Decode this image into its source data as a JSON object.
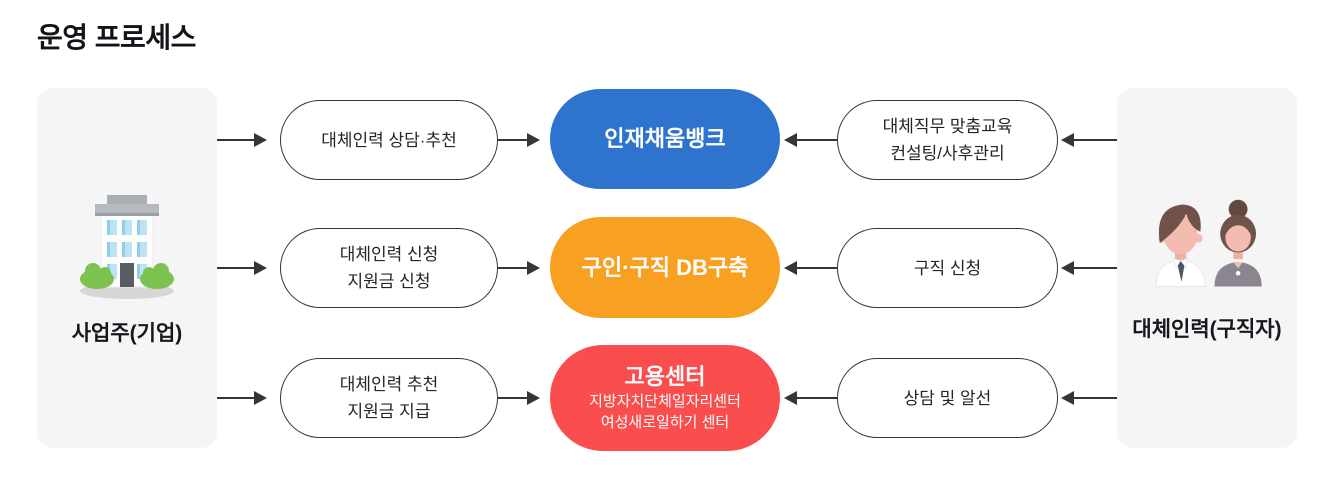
{
  "title": "운영 프로세스",
  "left_panel": {
    "label": "사업주(기업)"
  },
  "right_panel": {
    "label": "대체인력(구직자)"
  },
  "colors": {
    "blue": "#2e74cf",
    "orange": "#f8a021",
    "red": "#fa4e4e",
    "panel_bg": "#f5f5f6",
    "line": "#33363a"
  },
  "rows": [
    {
      "left": {
        "lines": [
          "대체인력 상담·추천"
        ]
      },
      "center": {
        "title": "인재채움뱅크"
      },
      "right": {
        "lines": [
          "대체직무 맞춤교육",
          "컨설팅/사후관리"
        ]
      }
    },
    {
      "left": {
        "lines": [
          "대체인력 신청",
          "지원금 신청"
        ]
      },
      "center": {
        "title": "구인·구직 DB구축"
      },
      "right": {
        "lines": [
          "구직 신청"
        ]
      }
    },
    {
      "left": {
        "lines": [
          "대체인력 추천",
          "지원금 지급"
        ]
      },
      "center": {
        "title": "고용센터",
        "sublines": [
          "지방자치단체일자리센터",
          "여성새로일하기 센터"
        ]
      },
      "right": {
        "lines": [
          "상담 및 알선"
        ]
      }
    }
  ]
}
